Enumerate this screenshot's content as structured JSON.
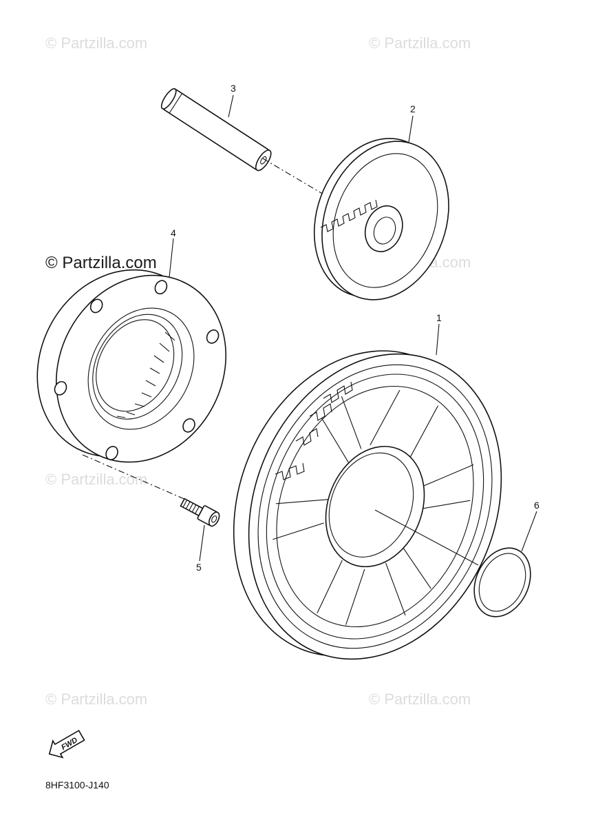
{
  "watermarks": {
    "faint": "© Partzilla.com",
    "main": "© Partzilla.com"
  },
  "callouts": {
    "p1": "1",
    "p2": "2",
    "p3": "3",
    "p4": "4",
    "p5": "5",
    "p6": "6"
  },
  "fwd_badge": "FWD",
  "diagram_code": "8HF3100-J140",
  "parts": [
    {
      "ref": "1",
      "icon": "starter-gear-icon"
    },
    {
      "ref": "2",
      "icon": "idle-gear-icon"
    },
    {
      "ref": "3",
      "icon": "shaft-icon"
    },
    {
      "ref": "4",
      "icon": "one-way-clutch-icon"
    },
    {
      "ref": "5",
      "icon": "bolt-icon"
    },
    {
      "ref": "6",
      "icon": "washer-icon"
    }
  ]
}
